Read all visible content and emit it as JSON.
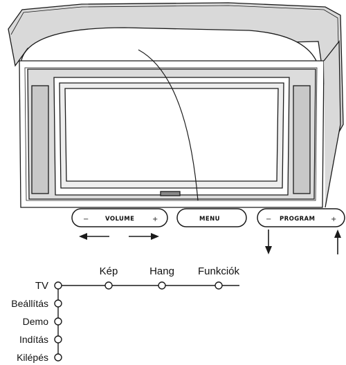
{
  "controls": {
    "volume": {
      "label": "VOLUME",
      "minus": "−",
      "plus": "+"
    },
    "menu": {
      "label": "MENU"
    },
    "program": {
      "label": "PROGRAM",
      "minus": "−",
      "plus": "+"
    }
  },
  "menu_tree": {
    "root": "TV",
    "top_items": [
      "Kép",
      "Hang",
      "Funkciók"
    ],
    "side_items": [
      "Beállítás",
      "Demo",
      "Indítás",
      "Kilépés"
    ]
  },
  "colors": {
    "line": "#1a1a1a",
    "tv_shade": "#d9d9d9",
    "screen_shade": "#e6e6e6"
  }
}
